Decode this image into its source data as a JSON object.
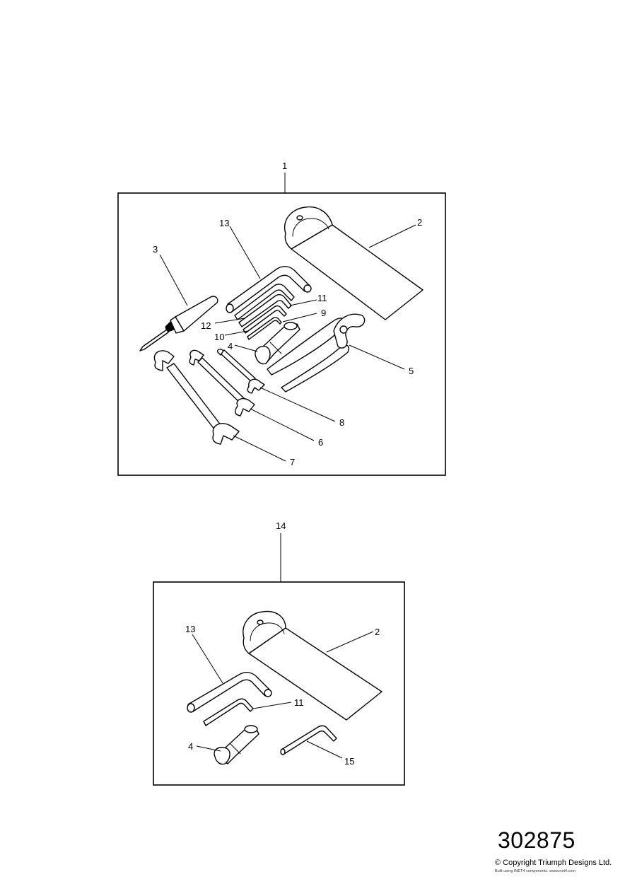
{
  "kit_1": {
    "callouts": {
      "c1": "1",
      "c2": "2",
      "c3": "3",
      "c4": "4",
      "c5": "5",
      "c6": "6",
      "c7": "7",
      "c8": "8",
      "c9": "9",
      "c10": "10",
      "c11": "11",
      "c12": "12",
      "c13": "13"
    }
  },
  "kit_14": {
    "callouts": {
      "c14": "14",
      "c2": "2",
      "c13": "13",
      "c11": "11",
      "c4": "4",
      "c15": "15"
    }
  },
  "footer": {
    "reference_number": "302875",
    "copyright": "© Copyright Triumph Designs Ltd.",
    "built_with": "Built using INET4 components. www.inet4.com"
  }
}
